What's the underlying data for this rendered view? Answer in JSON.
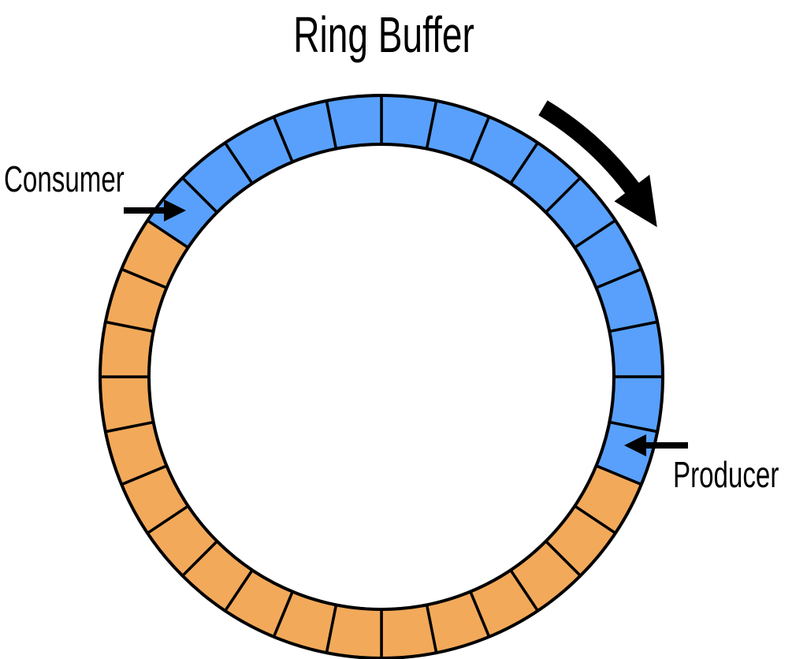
{
  "title": "Ring Buffer",
  "ring": {
    "segment_count": 32,
    "filled_color": "#58a0fb",
    "empty_color": "#f2a95a",
    "outline_color": "#000000",
    "filled_segments": [
      0,
      1,
      2,
      3,
      4,
      5,
      6,
      7,
      8,
      9,
      27,
      28,
      29,
      30,
      31
    ],
    "segment_indexing": "clockwise from 12 o'clock"
  },
  "pointers": {
    "consumer": {
      "label": "Consumer",
      "segment_index": 27
    },
    "producer": {
      "label": "Producer",
      "segment_index": 9
    }
  },
  "direction": {
    "label": "clockwise",
    "icon": "curved-arrow-clockwise-icon"
  }
}
